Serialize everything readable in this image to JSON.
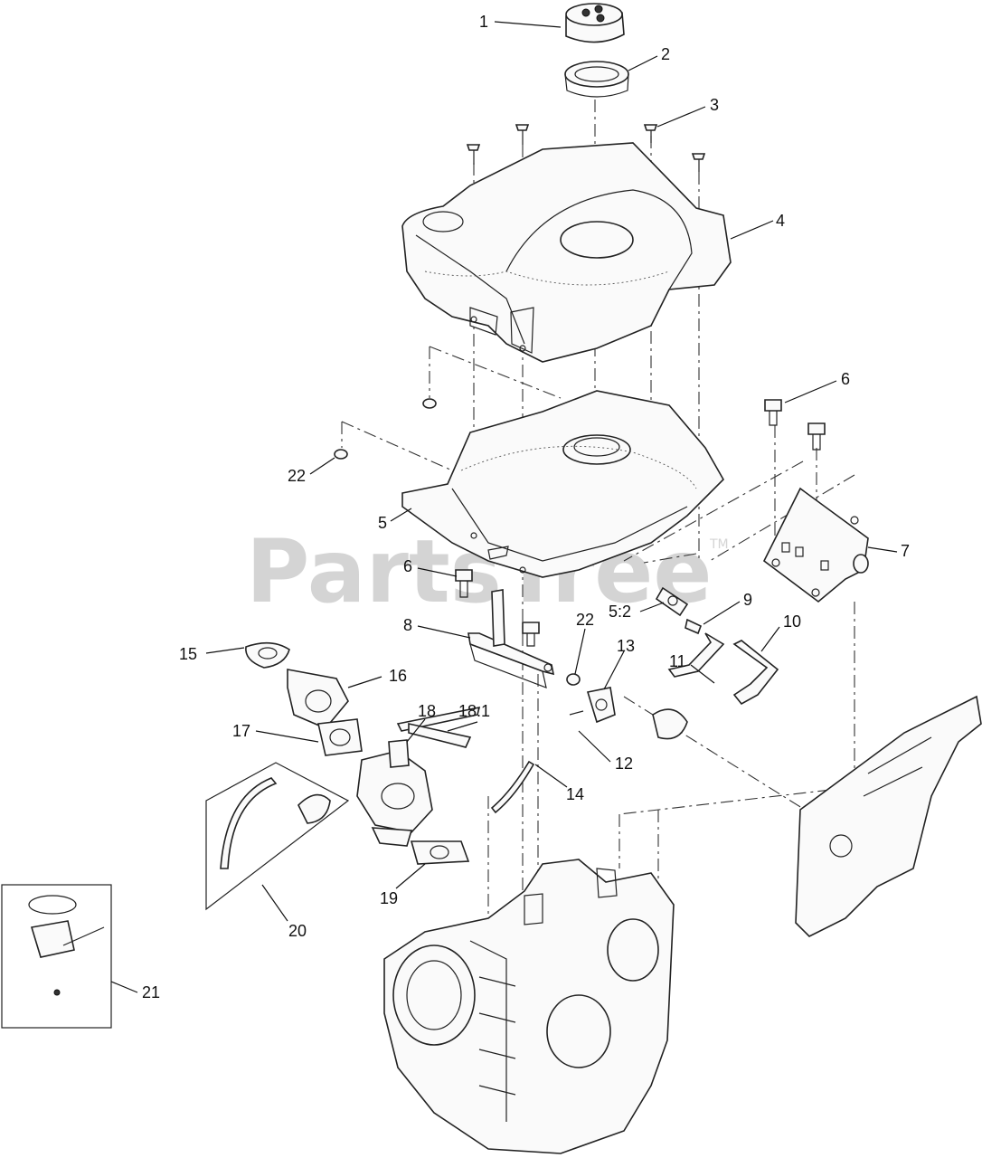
{
  "watermark": {
    "text": "PartsTree",
    "trademark": "TM"
  },
  "callouts": [
    "1",
    "2",
    "3",
    "4",
    "6",
    "22",
    "5",
    "7",
    "6",
    "8",
    "5:2",
    "9",
    "22",
    "10",
    "13",
    "11",
    "15",
    "16",
    "18",
    "18:1",
    "17",
    "12",
    "14",
    "19",
    "20",
    "21"
  ],
  "colors": {
    "line": "#222222",
    "background": "#ffffff",
    "watermark": "#d4d4d4"
  }
}
